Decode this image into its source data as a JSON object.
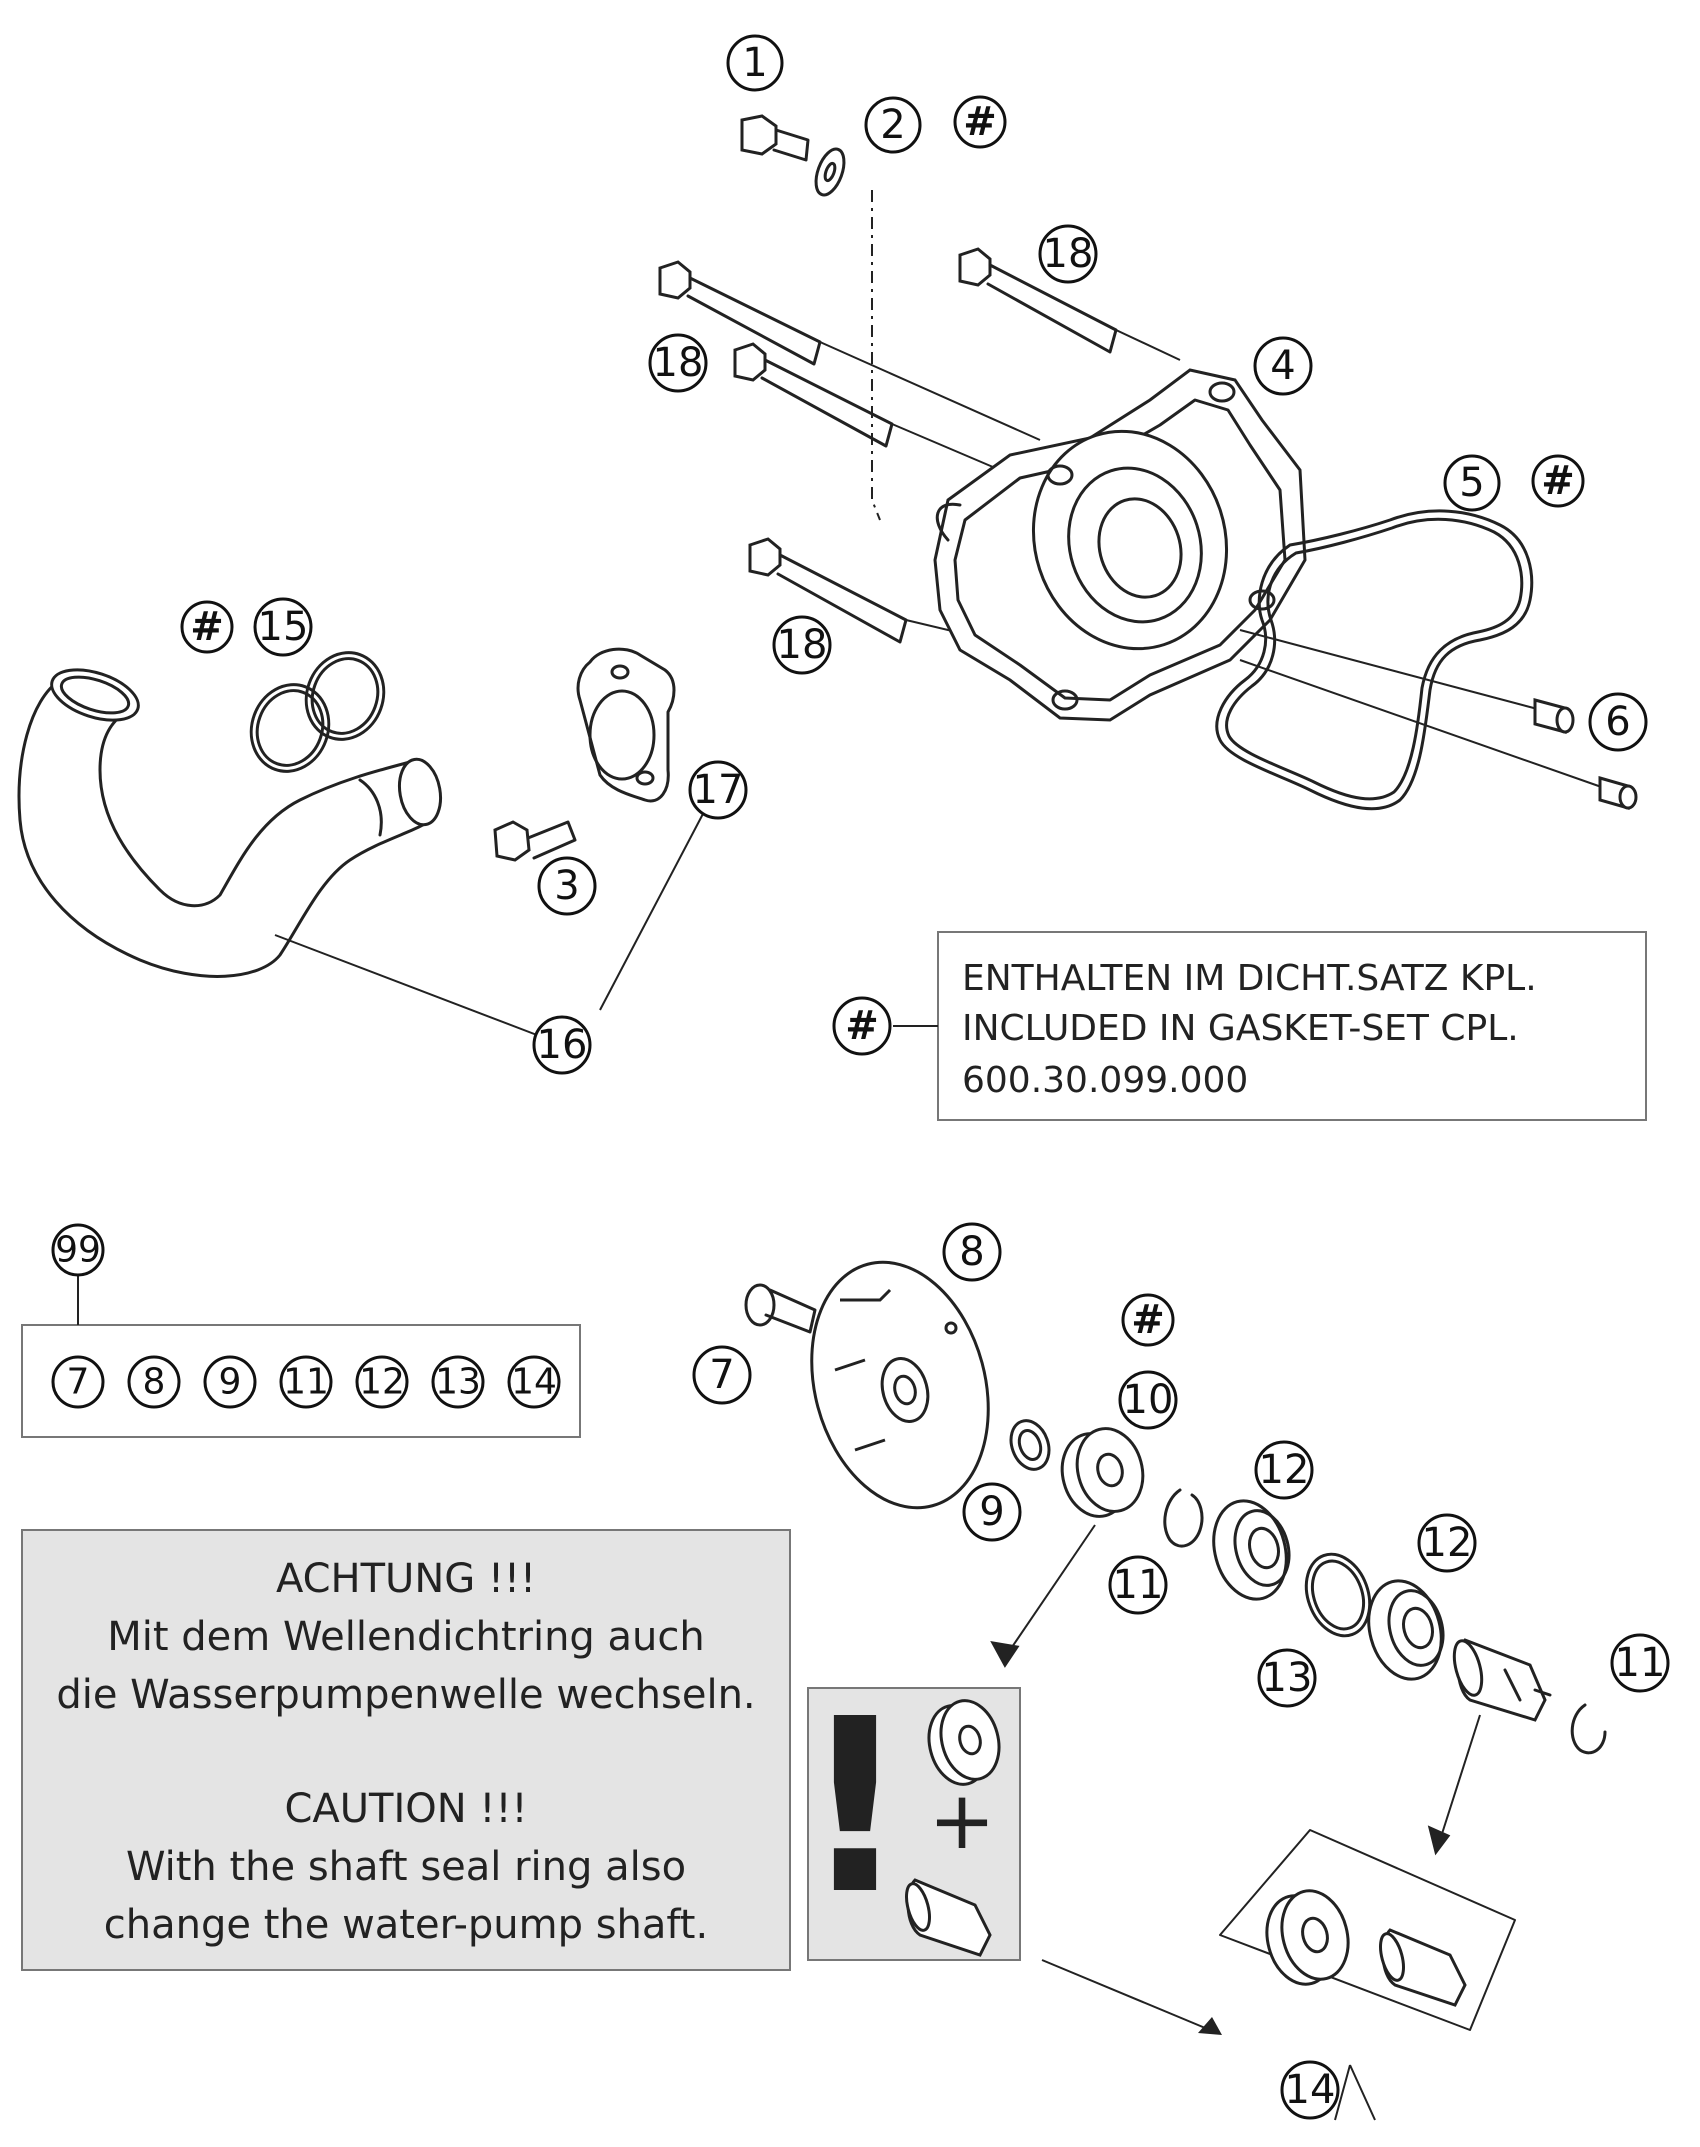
{
  "callouts": {
    "c1": "1",
    "c2": "2",
    "c3": "3",
    "c4": "4",
    "c5": "5",
    "c6": "6",
    "c7": "7",
    "c8": "8",
    "c9": "9",
    "c10": "10",
    "c11": "11",
    "c12": "12",
    "c13": "13",
    "c14": "14",
    "c15": "15",
    "c16": "16",
    "c17": "17",
    "c18": "18",
    "c99": "99",
    "hash": "#"
  },
  "kit_99_items": [
    "7",
    "8",
    "9",
    "11",
    "12",
    "13",
    "14"
  ],
  "gasket_note": {
    "line1": "ENTHALTEN IM DICHT.SATZ KPL.",
    "line2": "INCLUDED IN GASKET-SET CPL.",
    "line3": "600.30.099.000"
  },
  "caution_note": {
    "de_title": "ACHTUNG !!!",
    "de_line1": "Mit dem Wellendichtring auch",
    "de_line2": "die Wasserpumpenwelle wechseln.",
    "en_title": "CAUTION !!!",
    "en_line1": "With the shaft seal ring also",
    "en_line2": "change the water-pump shaft."
  },
  "warning_symbols": {
    "exclamation": "!",
    "plus": "+"
  },
  "colors": {
    "line": "#222222",
    "note_bg": "#e4e4e4",
    "box_border": "#777777"
  }
}
